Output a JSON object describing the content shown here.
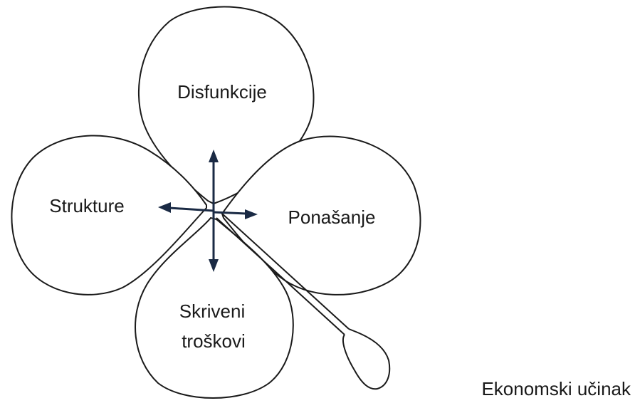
{
  "diagram": {
    "petals": {
      "top": "Disfunkcije",
      "left": "Strukture",
      "right": "Ponašanje",
      "bottom_line1": "Skriveni",
      "bottom_line2": "troškovi"
    },
    "stem_label": "Ekonomski učinak"
  }
}
